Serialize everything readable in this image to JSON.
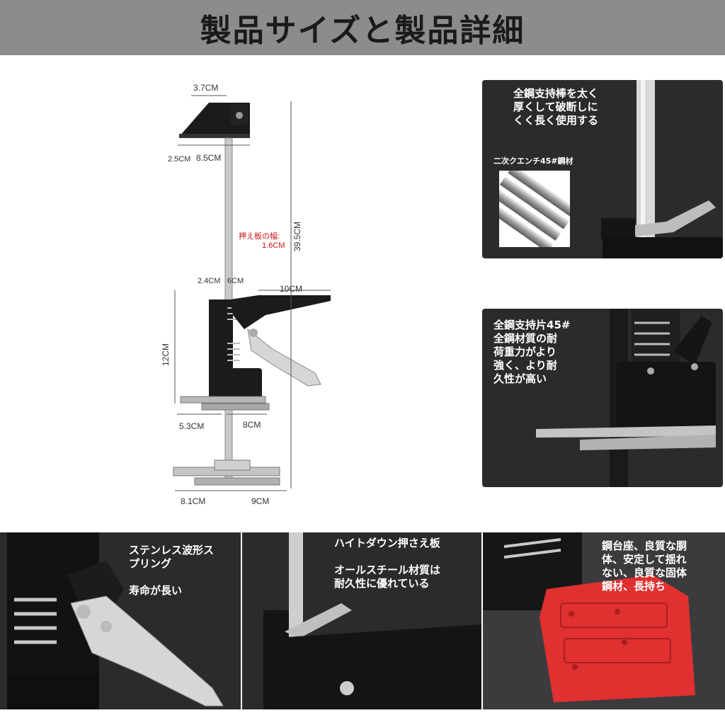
{
  "banner": {
    "title": "製品サイズと製品詳細"
  },
  "dimensions": {
    "top_width": "3.7CM",
    "head_left": "2.5CM",
    "head_width": "8.5CM",
    "plate_width_label": "押え板の幅:",
    "plate_width_value": "1.6CM",
    "total_height": "39.5CM",
    "handle_a": "2.4CM",
    "handle_b": "6CM",
    "handle_len": "10CM",
    "body_height": "12CM",
    "fork_a": "5.3CM",
    "fork_b": "8CM",
    "base_a": "8.1CM",
    "base_b": "9CM"
  },
  "panels": {
    "steel_rod": {
      "text": "全鋼支持棒を太く\n厚くして破断しに\nくく長く使用する",
      "sub_label": "二次クエンチ45#鋼材"
    },
    "steel_plate": {
      "text": "全鋼支持片45#\n全鋼材質の耐\n荷重力がより\n強く、より耐\n久性が高い"
    },
    "spring": {
      "text": "ステンレス波形ス\nプリング\n\n寿命が長い"
    },
    "press_plate": {
      "text": "ハイトダウン押さえ板\n\nオールスチール材質は\n耐久性に優れている"
    },
    "base": {
      "text": "鋼台座、良質な胴\n体、安定して揺れ\nない、良質な固体\n鋼材、長持ち"
    }
  },
  "colors": {
    "banner": "#8c8c8c",
    "panel": "#2b2b2e",
    "accent_red": "#d01010",
    "base_pad": "#e03030"
  }
}
